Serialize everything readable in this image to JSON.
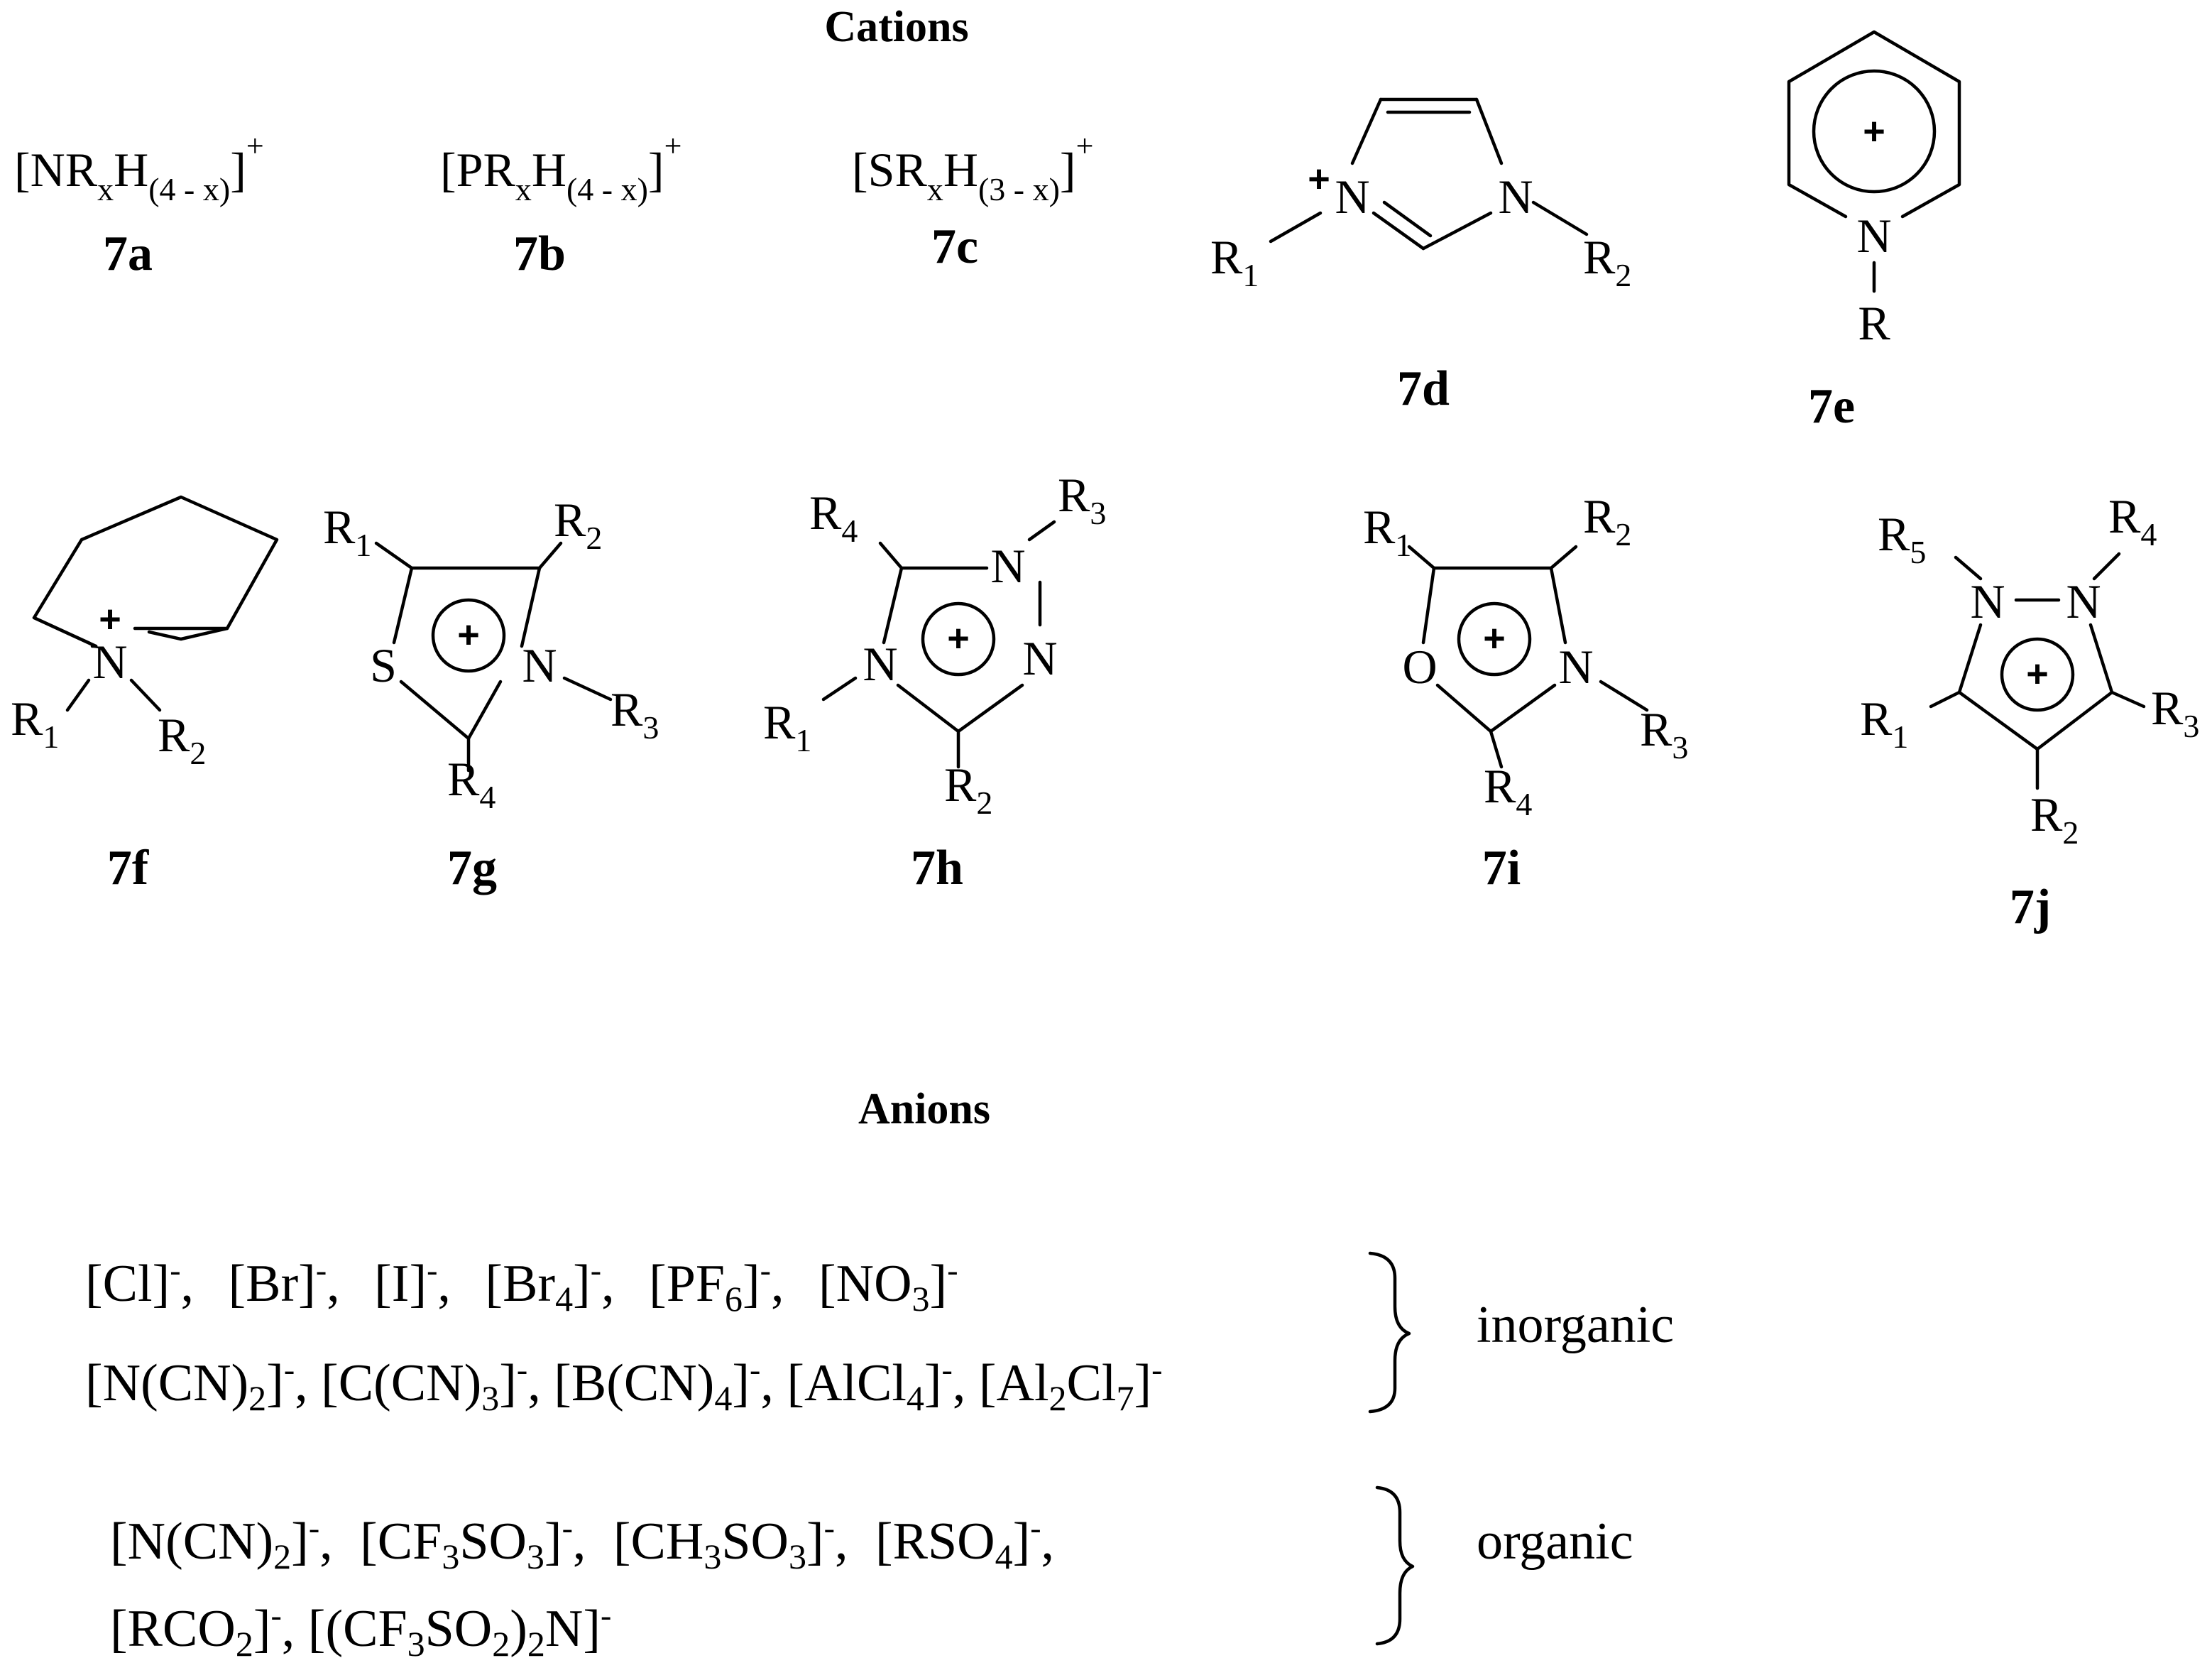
{
  "headings": {
    "cations": "Cations",
    "anions": "Anions"
  },
  "compounds": {
    "7a": {
      "label": "7a",
      "formula": "[NRxH(4 - x)]+"
    },
    "7b": {
      "label": "7b",
      "formula": "[PRxH(4 - x)]+"
    },
    "7c": {
      "label": "7c",
      "formula": "[SRxH(3 - x)]+"
    },
    "7d": {
      "label": "7d"
    },
    "7e": {
      "label": "7e"
    },
    "7f": {
      "label": "7f"
    },
    "7g": {
      "label": "7g"
    },
    "7h": {
      "label": "7h"
    },
    "7i": {
      "label": "7i"
    },
    "7j": {
      "label": "7j"
    }
  },
  "atoms": {
    "N": "N",
    "S": "S",
    "O": "O",
    "R": "R"
  },
  "substituent_numbers": [
    "1",
    "2",
    "3",
    "4",
    "5"
  ],
  "charges": {
    "plus": "+",
    "minus": "-"
  },
  "inorganic_line1": "[Cl]-, [Br]-, [I]-, [Br4]-, [PF6]-, [NO3]-",
  "inorganic_line2": "[N(CN)2]-, [C(CN)3]-, [B(CN)4]-, [AlCl4]-, [Al2Cl7]-",
  "organic_line1": "[N(CN)2]-, [CF3SO3]-, [CH3SO3]-, [RSO4]-,",
  "organic_line2": "[RCO2]-, [(CF3SO2)2N]-",
  "group_inorganic": "inorganic",
  "group_organic": "organic",
  "formula_parts": {
    "NR": "[NR",
    "PR": "[PR",
    "SR": "[SR",
    "x": "x",
    "H": "H",
    "idx4": "(4 - x)",
    "idx3": "(3 - x)",
    "close": "]"
  },
  "anion_parts": {
    "cl": "[Cl]",
    "br": "[Br]",
    "i": "[I]",
    "br4a": "[Br",
    "br4b": "4",
    "close": "]",
    "pf": "[PF",
    "pf6": "6",
    "no": "[NO",
    "no3": "3",
    "ncn": "[N(CN)",
    "two": "2",
    "ccn": "[C(CN)",
    "three": "3",
    "bcn": "[B(CN)",
    "four": "4",
    "alcl": "[AlCl",
    "al2a": "[Al",
    "al2b": "Cl",
    "seven": "7",
    "cf3so3a": "[CF",
    "cf3so3b": "SO",
    "ch3so3a": "[CH",
    "ch3so3b": "SO",
    "rso4": "[RSO",
    "rco2": "[RCO",
    "tfsia": "[(CF",
    "tfsib": "SO",
    "tfsic": ")",
    "tfsid": "N]",
    "sep": ", "
  }
}
